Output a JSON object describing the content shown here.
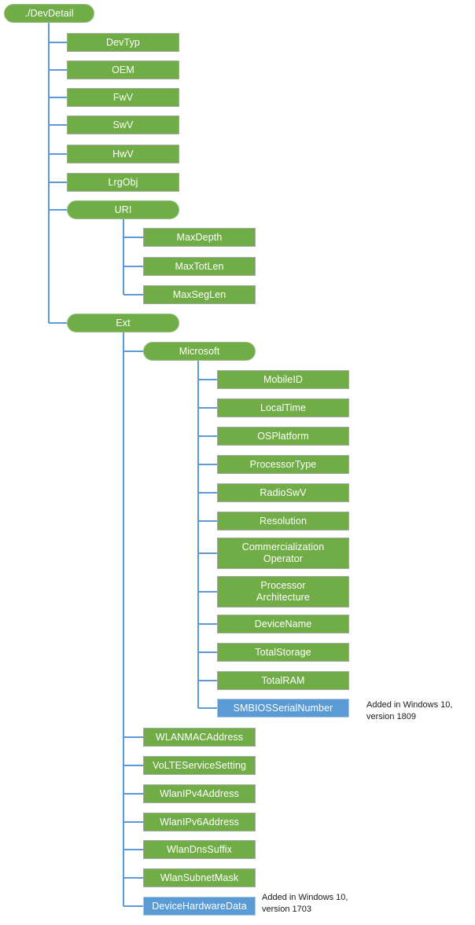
{
  "diagram": {
    "title": "./DevDetail",
    "colors": {
      "node_green": "#70AD47",
      "node_blue": "#5B9BD5",
      "edge_blue": "#5B9BD5",
      "node_border": "#A6A6A6",
      "text_white": "#FFFFFF",
      "annotation_text": "#1A1A1A",
      "background": "#FFFFFF"
    },
    "nodes": {
      "root": "./DevDetail",
      "devtyp": "DevTyp",
      "oem": "OEM",
      "fwv": "FwV",
      "swv": "SwV",
      "hwv": "HwV",
      "lrgobj": "LrgObj",
      "uri": "URI",
      "maxdepth": "MaxDepth",
      "maxtotlen": "MaxTotLen",
      "maxseglen": "MaxSegLen",
      "ext": "Ext",
      "microsoft": "Microsoft",
      "mobileid": "MobileID",
      "localtime": "LocalTime",
      "osplatform": "OSPlatform",
      "processortype": "ProcessorType",
      "radioswv": "RadioSwV",
      "resolution": "Resolution",
      "commercialization_operator": "Commercialization\nOperator",
      "processor_architecture": "Processor\nArchitecture",
      "devicename": "DeviceName",
      "totalstorage": "TotalStorage",
      "totalram": "TotalRAM",
      "smbiosserialnumber": "SMBIOSSerialNumber",
      "wlanmacaddress": "WLANMACAddress",
      "voltservicesetting": "VoLTEServiceSetting",
      "wlanipv4address": "WlanIPv4Address",
      "wlanipv6address": "WlanIPv6Address",
      "wlandnssuffix": "WlanDnsSuffix",
      "wlansubnetmask": "WlanSubnetMask",
      "devicehardwaredata": "DeviceHardwareData"
    },
    "annotations": {
      "smbios_note": "Added in Windows 10,\nversion 1809",
      "devicehardwaredata_note": "Added in Windows 10,\nversion 1703"
    }
  }
}
